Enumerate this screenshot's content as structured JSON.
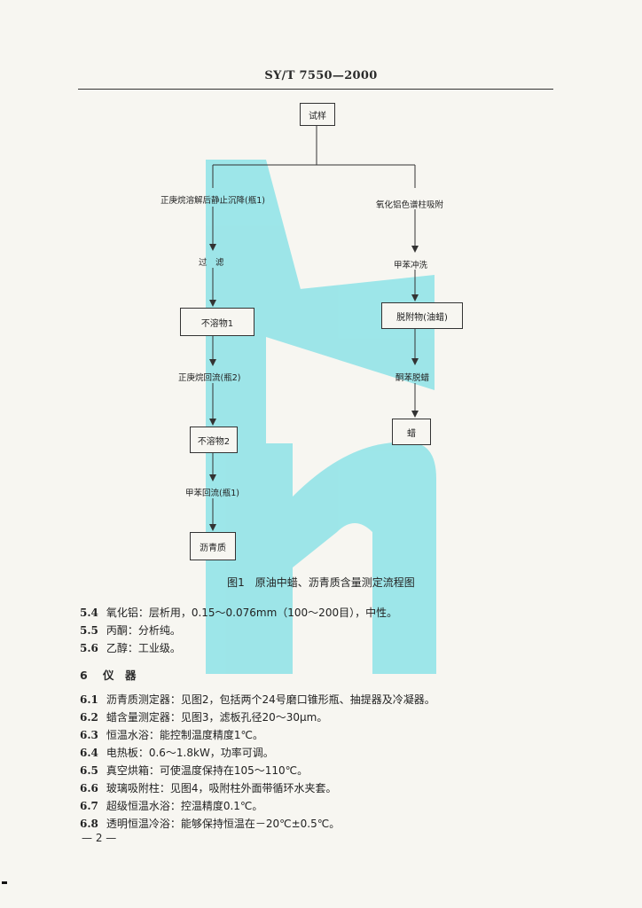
{
  "header": {
    "standard_code": "SY/T 7550—2000"
  },
  "flowchart": {
    "start": "试样",
    "left_branch": {
      "step1": "正庚烷溶解后静止沉降(瓶1)",
      "step2": "过　滤",
      "box1": "不溶物1",
      "step3": "正庚烷回流(瓶2)",
      "box2": "不溶物2",
      "step4": "甲苯回流(瓶1)",
      "box3": "沥青质"
    },
    "right_branch": {
      "step1": "氧化铝色谱柱吸附",
      "step2": "甲苯冲洗",
      "box1": "脱附物(油蜡)",
      "step3": "酮苯脱蜡",
      "box2": "蜡"
    }
  },
  "figure_caption": "图1　原油中蜡、沥青质含量测定流程图",
  "clauses": [
    {
      "num": "5.4",
      "text": "氧化铝：层析用，0.15～0.076mm（100～200目），中性。"
    },
    {
      "num": "5.5",
      "text": "丙酮：分析纯。"
    },
    {
      "num": "5.6",
      "text": "乙醇：工业级。"
    }
  ],
  "section": {
    "num": "6",
    "title": "仪　器"
  },
  "instruments": [
    {
      "num": "6.1",
      "text": "沥青质测定器：见图2，包括两个24号磨口锥形瓶、抽提器及冷凝器。"
    },
    {
      "num": "6.2",
      "text": "蜡含量测定器：见图3，滤板孔径20～30μm。"
    },
    {
      "num": "6.3",
      "text": "恒温水浴：能控制温度精度1℃。"
    },
    {
      "num": "6.4",
      "text": "电热板：0.6～1.8kW，功率可调。"
    },
    {
      "num": "6.5",
      "text": "真空烘箱：可使温度保持在105～110℃。"
    },
    {
      "num": "6.6",
      "text": "玻璃吸附柱：见图4，吸附柱外面带循环水夹套。"
    },
    {
      "num": "6.7",
      "text": "超级恒温水浴：控温精度0.1℃。"
    },
    {
      "num": "6.8",
      "text": "透明恒温冷浴：能够保持恒温在－20℃±0.5℃。"
    }
  ],
  "page_number": "— 2 —",
  "colors": {
    "watermark": "#7fe0e6",
    "ink": "#2a2a2a",
    "paper": "#f7f6f1"
  }
}
